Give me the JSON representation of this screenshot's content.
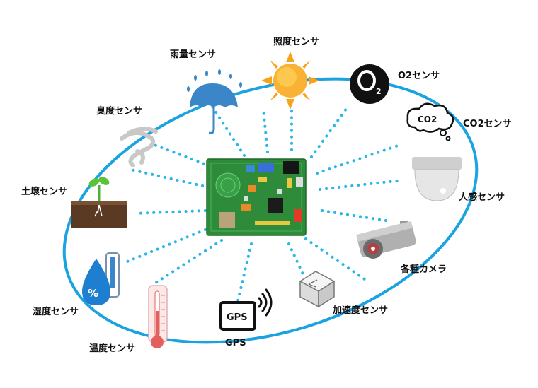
{
  "sensors": {
    "illuminance": "照度センサ",
    "rainfall": "雨量センサ",
    "o2": "O2センサ",
    "odor": "臭度センサ",
    "co2": "CO2センサ",
    "soil": "土壌センサ",
    "motion": "人感センサ",
    "camera": "各種カメラ",
    "humidity": "湿度センサ",
    "acceleration": "加速度センサ",
    "temperature": "温度センサ",
    "gps": "GPS"
  },
  "icon_text": {
    "gps_box": "GPS",
    "co2_cloud": "CO2",
    "humidity_drop": "%"
  },
  "colors": {
    "ring": "#1aa3e0",
    "connector_dots": "#29b6e8",
    "board": "#2e8b3a",
    "sun": "#f7a21b",
    "umbrella": "#3a86c8",
    "soil": "#5a3a22",
    "drop": "#1e7fd0",
    "thermometer": "#e4605e"
  }
}
